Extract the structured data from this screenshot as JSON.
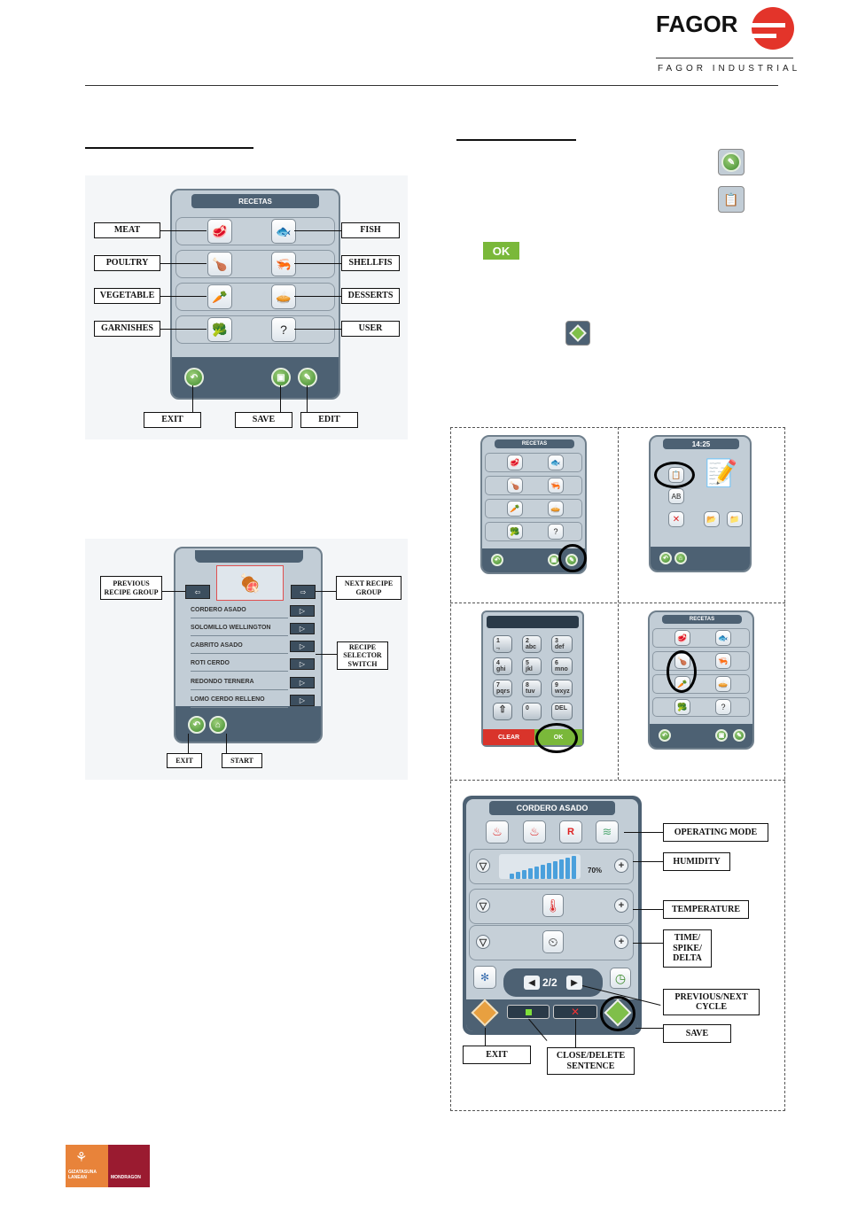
{
  "header": {
    "brand": "FAGOR",
    "subbrand": "FAGOR INDUSTRIAL"
  },
  "colors": {
    "brand_red": "#e3342a",
    "panel_blue": "#4d6173",
    "screen_grey": "#c2cdd6",
    "button_green": "#4d9a35",
    "ok_green": "#7ab83a",
    "clear_red": "#d9342b",
    "footer_orange": "#e8833a",
    "footer_maroon": "#9a1b30"
  },
  "panel1": {
    "title": "RECETAS",
    "labels": {
      "meat": "MEAT",
      "fish": "FISH",
      "poultry": "POULTRY",
      "shellfish": "SHELLFIS",
      "vegetable": "VEGETABLE",
      "desserts": "DESSERTS",
      "garnishes": "GARNISHES",
      "user": "USER",
      "exit": "EXIT",
      "save": "SAVE",
      "edit": "EDIT"
    }
  },
  "panel2": {
    "labels": {
      "previous": "PREVIOUS RECIPE GROUP",
      "next": "NEXT RECIPE GROUP",
      "selector": "RECIPE SELECTOR SWITCH",
      "exit": "EXIT",
      "start": "START"
    },
    "recipes": [
      "CORDERO ASADO",
      "SOLOMILLO WELLINGTON",
      "CABRITO ASADO",
      "ROTI CERDO",
      "REDONDO TERNERA",
      "LOMO CERDO RELLENO"
    ]
  },
  "right_column": {
    "ok_badge": "OK"
  },
  "grid": {
    "mini_title": "RECETAS",
    "clock": "14:25",
    "keypad": {
      "keys": [
        "1",
        "2",
        "3",
        "4",
        "5",
        "6",
        "7",
        "8",
        "9",
        "0",
        "DEL"
      ],
      "subs": [
        ".,",
        "abc",
        "def",
        "ghi",
        "jkl",
        "mno",
        "pqrs",
        "tuv",
        "wxyz",
        "",
        ""
      ],
      "clear": "CLEAR",
      "ok": "OK"
    }
  },
  "program": {
    "title": "CORDERO ASADO",
    "humidity_value": "70%",
    "cycle": "2/2",
    "labels": {
      "operating_mode": "OPERATING MODE",
      "humidity": "HUMIDITY",
      "temperature": "TEMPERATURE",
      "time": "TIME/ SPIKE/ DELTA",
      "prevnext": "PREVIOUS/NEXT CYCLE",
      "save": "SAVE",
      "exit": "EXIT",
      "close_delete": "CLOSE/DELETE SENTENCE"
    }
  },
  "footer": {
    "left": "GIZATASUNA LANEAN",
    "right": "MONDRAGON"
  }
}
